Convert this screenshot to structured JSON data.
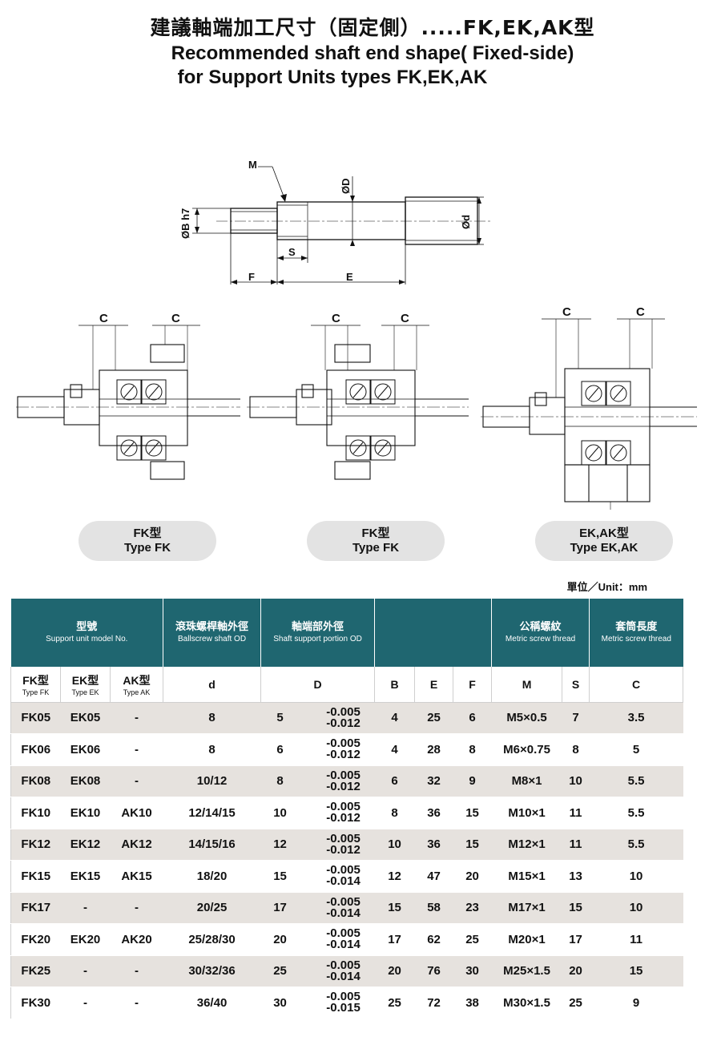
{
  "title": {
    "zh": "建議軸端加工尺寸（固定側）.....FK,EK,AK型",
    "en_line1": "Recommended shaft end shape( Fixed-side)",
    "en_line2": "for Support Units types FK,EK,AK"
  },
  "diagram_labels": {
    "M": "M",
    "D": "ØD",
    "B": "ØB h7",
    "d": "Ød",
    "S": "S",
    "F": "F",
    "E": "E",
    "C": "C"
  },
  "pills": [
    {
      "zh": "FK型",
      "en": "Type FK"
    },
    {
      "zh": "FK型",
      "en": "Type FK"
    },
    {
      "zh": "EK,AK型",
      "en": "Type EK,AK"
    }
  ],
  "unit_note": "單位／Unit：mm",
  "table": {
    "header": {
      "model": {
        "zh": "型號",
        "en": "Support unit model No."
      },
      "shaft_od": {
        "zh": "滾珠螺桿軸外徑",
        "en": "Ballscrew shaft OD"
      },
      "support_od": {
        "zh": "軸端部外徑",
        "en": "Shaft support portion OD"
      },
      "metric": {
        "zh": "公稱螺紋",
        "en": "Metric screw thread"
      },
      "sleeve": {
        "zh": "套筒長度",
        "en": "Metric screw thread"
      }
    },
    "subheader": {
      "fk": {
        "zh": "FK型",
        "en": "Type FK"
      },
      "ek": {
        "zh": "EK型",
        "en": "Type EK"
      },
      "ak": {
        "zh": "AK型",
        "en": "Type AK"
      },
      "d": "d",
      "D": "D",
      "B": "B",
      "E": "E",
      "F": "F",
      "M": "M",
      "S": "S",
      "C": "C"
    },
    "rows": [
      {
        "fk": "FK05",
        "ek": "EK05",
        "ak": "-",
        "d": "8",
        "D": "5",
        "tol_up": "-0.005",
        "tol_lo": "-0.012",
        "B": "4",
        "E": "25",
        "F": "6",
        "M": "M5×0.5",
        "S": "7",
        "C": "3.5"
      },
      {
        "fk": "FK06",
        "ek": "EK06",
        "ak": "-",
        "d": "8",
        "D": "6",
        "tol_up": "-0.005",
        "tol_lo": "-0.012",
        "B": "4",
        "E": "28",
        "F": "8",
        "M": "M6×0.75",
        "S": "8",
        "C": "5"
      },
      {
        "fk": "FK08",
        "ek": "EK08",
        "ak": "-",
        "d": "10/12",
        "D": "8",
        "tol_up": "-0.005",
        "tol_lo": "-0.012",
        "B": "6",
        "E": "32",
        "F": "9",
        "M": "M8×1",
        "S": "10",
        "C": "5.5"
      },
      {
        "fk": "FK10",
        "ek": "EK10",
        "ak": "AK10",
        "d": "12/14/15",
        "D": "10",
        "tol_up": "-0.005",
        "tol_lo": "-0.012",
        "B": "8",
        "E": "36",
        "F": "15",
        "M": "M10×1",
        "S": "11",
        "C": "5.5"
      },
      {
        "fk": "FK12",
        "ek": "EK12",
        "ak": "AK12",
        "d": "14/15/16",
        "D": "12",
        "tol_up": "-0.005",
        "tol_lo": "-0.012",
        "B": "10",
        "E": "36",
        "F": "15",
        "M": "M12×1",
        "S": "11",
        "C": "5.5"
      },
      {
        "fk": "FK15",
        "ek": "EK15",
        "ak": "AK15",
        "d": "18/20",
        "D": "15",
        "tol_up": "-0.005",
        "tol_lo": "-0.014",
        "B": "12",
        "E": "47",
        "F": "20",
        "M": "M15×1",
        "S": "13",
        "C": "10"
      },
      {
        "fk": "FK17",
        "ek": "-",
        "ak": "-",
        "d": "20/25",
        "D": "17",
        "tol_up": "-0.005",
        "tol_lo": "-0.014",
        "B": "15",
        "E": "58",
        "F": "23",
        "M": "M17×1",
        "S": "15",
        "C": "10"
      },
      {
        "fk": "FK20",
        "ek": "EK20",
        "ak": "AK20",
        "d": "25/28/30",
        "D": "20",
        "tol_up": "-0.005",
        "tol_lo": "-0.014",
        "B": "17",
        "E": "62",
        "F": "25",
        "M": "M20×1",
        "S": "17",
        "C": "11"
      },
      {
        "fk": "FK25",
        "ek": "-",
        "ak": "-",
        "d": "30/32/36",
        "D": "25",
        "tol_up": "-0.005",
        "tol_lo": "-0.014",
        "B": "20",
        "E": "76",
        "F": "30",
        "M": "M25×1.5",
        "S": "20",
        "C": "15"
      },
      {
        "fk": "FK30",
        "ek": "-",
        "ak": "-",
        "d": "36/40",
        "D": "30",
        "tol_up": "-0.005",
        "tol_lo": "-0.015",
        "B": "25",
        "E": "72",
        "F": "38",
        "M": "M30×1.5",
        "S": "25",
        "C": "9"
      }
    ]
  },
  "colors": {
    "header_bg": "#1f6670",
    "row_shade": "#e6e2de",
    "pill_bg": "#e3e3e3"
  }
}
